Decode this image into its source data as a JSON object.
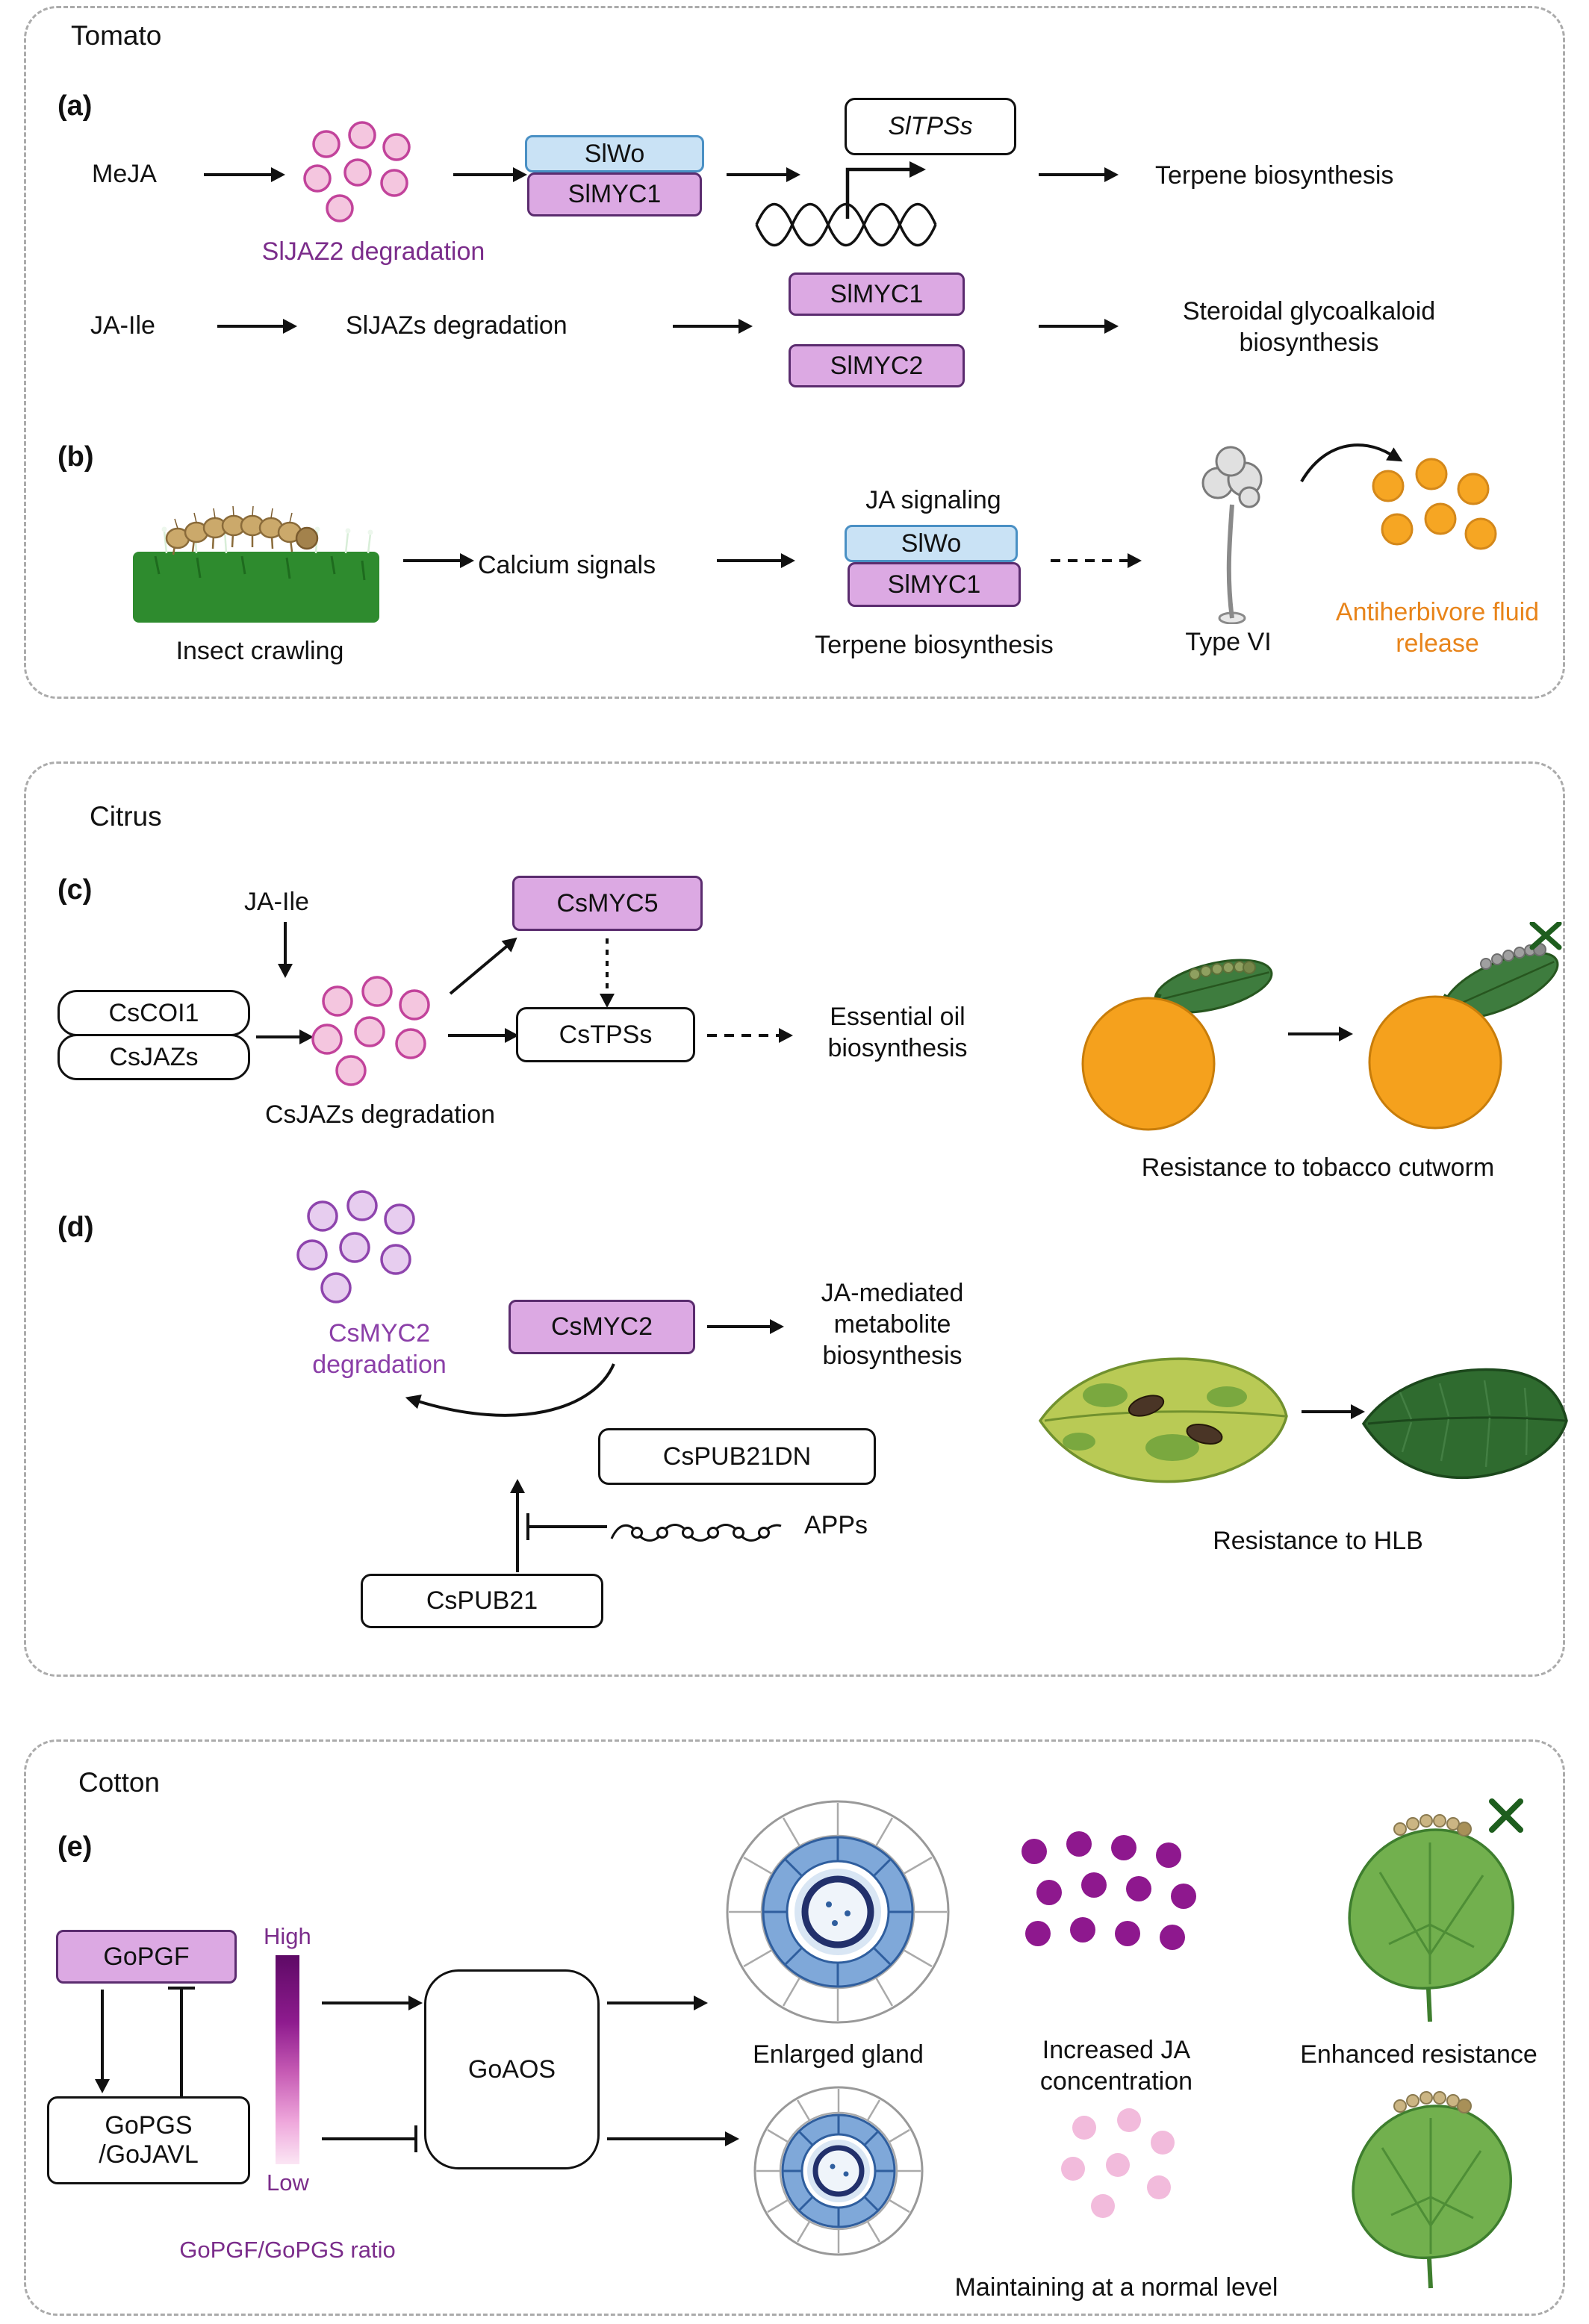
{
  "tomato": {
    "title": "Tomato",
    "a": {
      "label": "(a)",
      "meja": "MeJA",
      "sljaz2_degradation": "SlJAZ2 degradation",
      "slwo": "SlWo",
      "slmyc1": "SlMYC1",
      "sltpss": "SlTPSs",
      "terpene_biosynthesis": "Terpene biosynthesis",
      "ja_ile": "JA-Ile",
      "sljazs_degradation": "SlJAZs degradation",
      "slmyc1_2": "SlMYC1",
      "slmyc2": "SlMYC2",
      "steroidal": "Steroidal glycoalkaloid biosynthesis"
    },
    "b": {
      "label": "(b)",
      "insect_crawling": "Insect crawling",
      "calcium_signals": "Calcium signals",
      "ja_signaling": "JA signaling",
      "slwo": "SlWo",
      "slmyc1": "SlMYC1",
      "terpene_biosynthesis": "Terpene biosynthesis",
      "type_vi": "Type VI",
      "antiherbivore": "Antiherbivore fluid release"
    }
  },
  "citrus": {
    "title": "Citrus",
    "c": {
      "label": "(c)",
      "ja_ile": "JA-Ile",
      "cscoi1": "CsCOI1",
      "csjazs": "CsJAZs",
      "csjazs_degradation": "CsJAZs degradation",
      "csmyc5": "CsMYC5",
      "cstpss": "CsTPSs",
      "essential_oil": "Essential oil biosynthesis",
      "resistance_cutworm": "Resistance to tobacco cutworm"
    },
    "d": {
      "label": "(d)",
      "csmyc2_degradation": "CsMYC2 degradation",
      "csmyc2": "CsMYC2",
      "ja_mediated": "JA-mediated metabolite biosynthesis",
      "cspub21dn": "CsPUB21DN",
      "apps": "APPs",
      "cspub21": "CsPUB21",
      "resistance_hlb": "Resistance to HLB"
    }
  },
  "cotton": {
    "title": "Cotton",
    "e": {
      "label": "(e)",
      "gopgf": "GoPGF",
      "gopgs_line1": "GoPGS",
      "gopgs_line2": "/GoJAVL",
      "high": "High",
      "low": "Low",
      "ratio": "GoPGF/GoPGS ratio",
      "goaos": "GoAOS",
      "enlarged_gland": "Enlarged gland",
      "increased_ja": "Increased JA concentration",
      "enhanced_resistance": "Enhanced resistance",
      "maintaining": "Maintaining at a normal level"
    }
  },
  "colors": {
    "purple_box_fill": "#DCA9E3",
    "purple_box_border": "#5B2C6F",
    "blue_box_fill": "#C9E2F5",
    "purple_text": "#7B2D8B",
    "orange_text": "#E8841A",
    "pink_circle": "#F4C6DF",
    "ja_dot": "#8E188E"
  }
}
